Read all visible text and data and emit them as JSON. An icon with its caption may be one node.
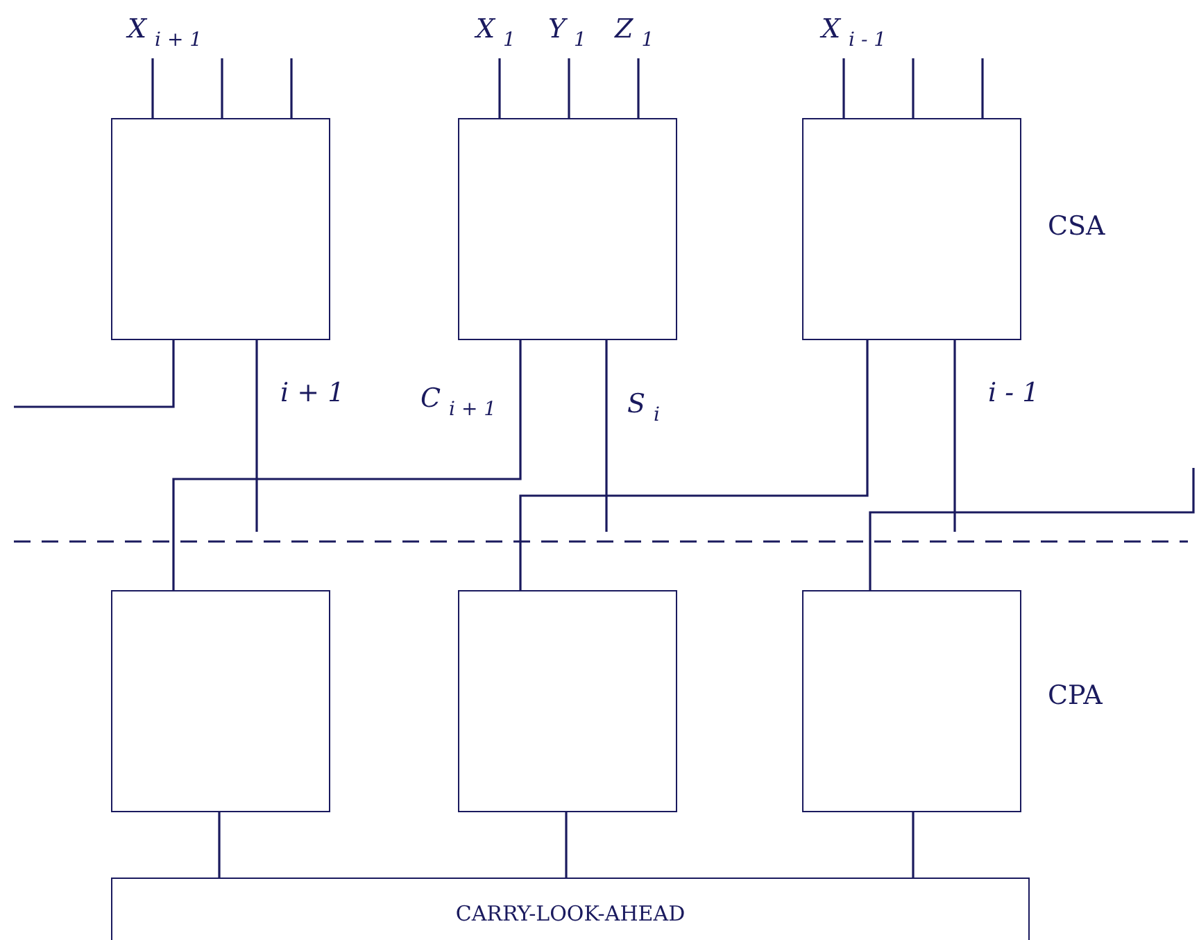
{
  "diagram": {
    "nodes": [
      {
        "text": [],
        "shape": "box"
      },
      {
        "text": [],
        "shape": "box"
      },
      {
        "text": [],
        "shape": "box"
      },
      {
        "text": [],
        "shape": "box"
      },
      {
        "text": [],
        "shape": "box"
      },
      {
        "text": [],
        "shape": "box"
      },
      {
        "text": [
          "CARRY-LOOK-AHEAD"
        ]
      }
    ],
    "edges": [
      {
        "from": null,
        "to": 0,
        "arrow": "none"
      },
      {
        "from": null,
        "to": 0,
        "arrow": "none"
      },
      {
        "from": null,
        "to": 0,
        "arrow": "none"
      },
      {
        "from": null,
        "to": 1,
        "arrow": "none"
      },
      {
        "from": null,
        "to": 1,
        "arrow": "none"
      },
      {
        "from": null,
        "to": 1,
        "arrow": "none"
      },
      {
        "from": null,
        "to": 2,
        "arrow": "none"
      },
      {
        "from": null,
        "to": 2,
        "arrow": "none"
      },
      {
        "from": null,
        "to": 2,
        "arrow": "none"
      },
      {
        "from": 0,
        "to": null,
        "arrow": "none"
      },
      {
        "from": 0,
        "to": null,
        "arrow": "none"
      },
      {
        "from": 1,
        "to": 3,
        "arrow": "none"
      },
      {
        "from": 1,
        "to": null,
        "arrow": "none"
      },
      {
        "from": 2,
        "to": 4,
        "arrow": "none"
      },
      {
        "from": 2,
        "to": null,
        "arrow": "none"
      },
      {
        "from": null,
        "to": 5,
        "arrow": "none"
      },
      {
        "from": 3,
        "to": 6,
        "arrow": "none"
      },
      {
        "from": 4,
        "to": 6,
        "arrow": "none"
      },
      {
        "from": 5,
        "to": 6,
        "arrow": "none"
      }
    ],
    "labels": [
      "X$_{i + 1}$",
      "X$_{1}$",
      "Y$_{1}$",
      "Z$_{1}$",
      "X$_{i - 1}$",
      "CSA",
      "i + 1",
      "C$_{i + 1}$",
      "S$_{i}$",
      "i - 1",
      "CPA"
    ]
  }
}
